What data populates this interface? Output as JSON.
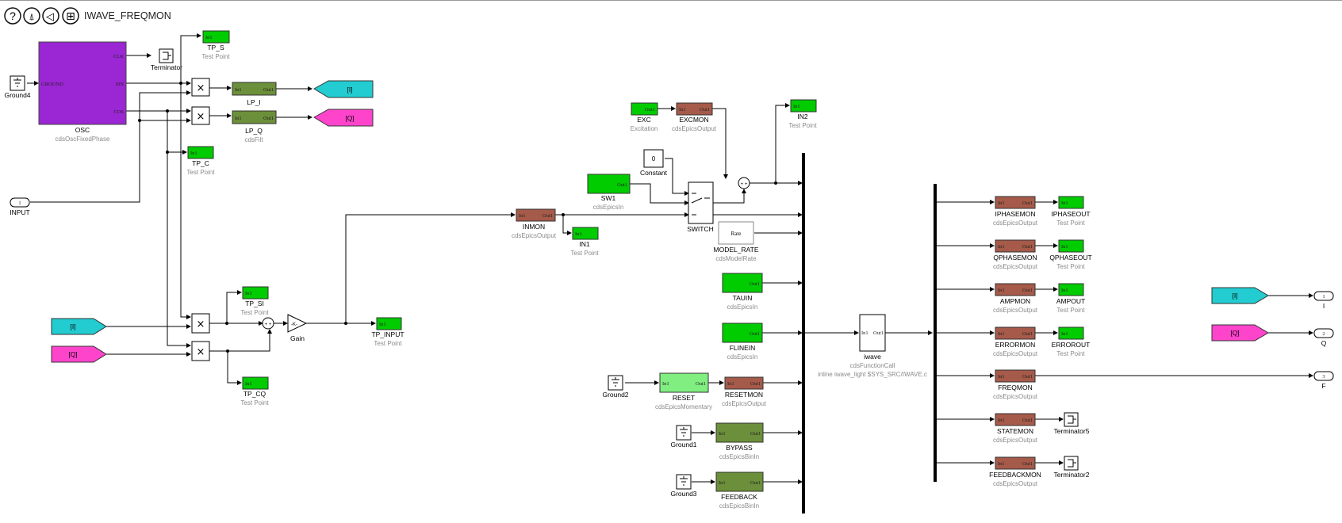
{
  "toolbar": {
    "title": "IWAVE_FREQMON",
    "icons": [
      "help-icon",
      "up-level-icon",
      "back-icon",
      "overview-icon"
    ],
    "help_glyph": "?",
    "up_glyph": "⍋",
    "back_glyph": "◁",
    "overview_glyph": "⊞"
  },
  "colors": {
    "osc": "#9b26d4",
    "test_point": "#00cc00",
    "epics_output": "#a65a4a",
    "filter": "#6b8f3a",
    "binin": "#6b8f3a",
    "momentary": "#80ee80",
    "tag_i": "#22ccd0",
    "tag_q": "#ff44cc"
  },
  "osc": {
    "name": "OSC",
    "sub": "cdsOscFixedPhase",
    "in_port": "GROUND",
    "out_ports": [
      "CLK",
      "SIN",
      "COS"
    ]
  },
  "ground4": {
    "name": "Ground4"
  },
  "terminator": {
    "name": "Terminator"
  },
  "tp_s": {
    "name": "TP_S",
    "sub": "Test Point",
    "port": "In1"
  },
  "tp_c": {
    "name": "TP_C",
    "sub": "Test Point",
    "port": "In1"
  },
  "lp_i": {
    "name": "LP_I",
    "in": "In1",
    "out": "Out1"
  },
  "lp_q": {
    "name": "LP_Q",
    "sub": "cdsFilt",
    "in": "In1",
    "out": "Out1"
  },
  "tag_i_out": {
    "text": "[I]"
  },
  "tag_q_out": {
    "text": "[Q]"
  },
  "input_port": {
    "num": "1",
    "name": "INPUT"
  },
  "tag_i_in": {
    "text": "[I]"
  },
  "tag_q_in": {
    "text": "[Q]"
  },
  "tp_si": {
    "name": "TP_SI",
    "sub": "Test Point",
    "port": "In1"
  },
  "tp_cq": {
    "name": "TP_CQ",
    "sub": "Test Point",
    "port": "In1"
  },
  "gain": {
    "name": "Gain",
    "glyph": "-K-"
  },
  "tp_input": {
    "name": "TP_INPUT",
    "sub": "Test Point",
    "port": "In1"
  },
  "mult_glyph": "×",
  "sum_glyph": "+ +",
  "inmon": {
    "name": "INMON",
    "sub": "cdsEpicsOutput",
    "in": "In1",
    "out": "Out1"
  },
  "in1": {
    "name": "IN1",
    "sub": "Test Point",
    "port": "In1"
  },
  "exc": {
    "name": "EXC",
    "sub": "Excitation",
    "port": "Out1"
  },
  "excmon": {
    "name": "EXCMON",
    "sub": "cdsEpicsOutput",
    "in": "In1",
    "out": "Out1"
  },
  "in2": {
    "name": "IN2",
    "sub": "Test Point",
    "port": "In1"
  },
  "constant": {
    "name": "Constant",
    "value": "0"
  },
  "sw1": {
    "name": "SW1",
    "sub": "cdsEpicsIn",
    "port": "Out1"
  },
  "switch": {
    "name": "SWITCH"
  },
  "model_rate": {
    "name": "MODEL_RATE",
    "sub": "cdsModelRate",
    "glyph": "Rate"
  },
  "tauin": {
    "name": "TAUIN",
    "sub": "cdsEpicsIn",
    "port": "Out1"
  },
  "flinein": {
    "name": "FLINEIN",
    "sub": "cdsEpicsIn",
    "port": "Out1"
  },
  "ground2": {
    "name": "Ground2"
  },
  "reset": {
    "name": "RESET",
    "sub": "cdsEpicsMomentary",
    "in": "In1",
    "out": "Out1"
  },
  "resetmon": {
    "name": "RESETMON",
    "sub": "cdsEpicsOutput",
    "in": "In1",
    "out": "Out1"
  },
  "ground1": {
    "name": "Ground1"
  },
  "bypass": {
    "name": "BYPASS",
    "sub": "cdsEpicsBinIn",
    "in": "In1",
    "out": "Out1"
  },
  "ground3": {
    "name": "Ground3"
  },
  "feedback": {
    "name": "FEEDBACK",
    "sub": "cdsEpicsBinIn",
    "in": "In1",
    "out": "Out1"
  },
  "iwave": {
    "name": "iwave",
    "sub": "cdsFunctionCall",
    "sub2": "inline iwave_light $SYS_SRC/IWAVE.c",
    "in": "In1",
    "out": "Out1"
  },
  "iphasemon": {
    "name": "IPHASEMON",
    "sub": "cdsEpicsOutput",
    "in": "In1",
    "out": "Out1"
  },
  "iphaseout": {
    "name": "IPHASEOUT",
    "sub": "Test Point",
    "port": "In1"
  },
  "qphasemon": {
    "name": "QPHASEMON",
    "sub": "cdsEpicsOutput",
    "in": "In1",
    "out": "Out1"
  },
  "qphaseout": {
    "name": "QPHASEOUT",
    "sub": "Test Point",
    "port": "In1"
  },
  "ampmon": {
    "name": "AMPMON",
    "sub": "cdsEpicsOutput",
    "in": "In1",
    "out": "Out1"
  },
  "ampout": {
    "name": "AMPOUT",
    "sub": "Test Point",
    "port": "In1"
  },
  "errormon": {
    "name": "ERRORMON",
    "sub": "cdsEpicsOutput",
    "in": "In1",
    "out": "Out1"
  },
  "errorout": {
    "name": "ERROROUT",
    "sub": "Test Point",
    "port": "In1"
  },
  "freqmon": {
    "name": "FREQMON",
    "sub": "cdsEpicsOutput",
    "in": "In1",
    "out": "Out1"
  },
  "statemon": {
    "name": "STATEMON",
    "sub": "cdsEpicsOutput",
    "in": "In1",
    "out": "Out1"
  },
  "terminator5": {
    "name": "Terminator5"
  },
  "feedbackmon": {
    "name": "FEEDBACKMON",
    "sub": "cdsEpicsOutput",
    "in": "In1",
    "out": "Out1"
  },
  "terminator2": {
    "name": "Terminator2"
  },
  "tag_i_right": {
    "text": "[I]"
  },
  "tag_q_right": {
    "text": "[Q]"
  },
  "out_i": {
    "num": "1",
    "name": "I"
  },
  "out_q": {
    "num": "2",
    "name": "Q"
  },
  "out_f": {
    "num": "3",
    "name": "F"
  }
}
